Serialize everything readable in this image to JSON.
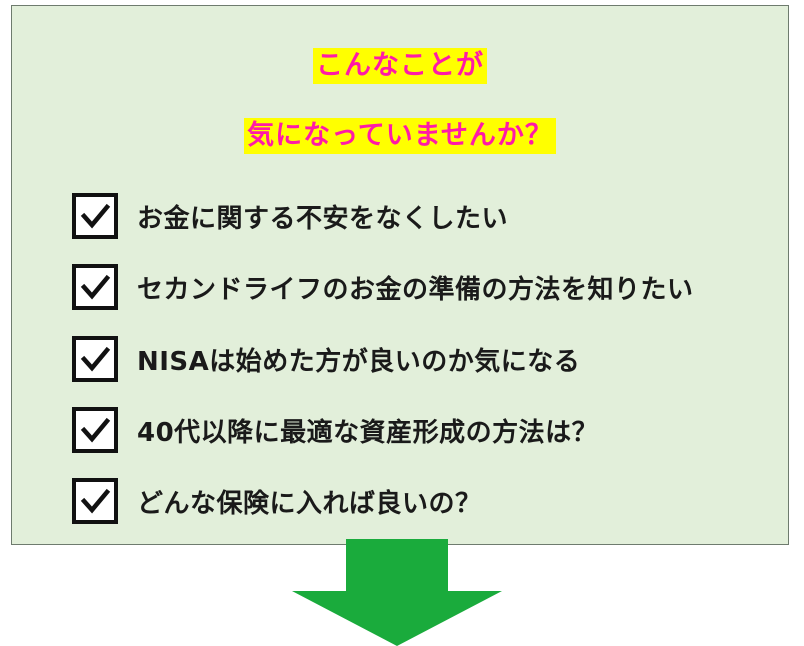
{
  "headline": {
    "line1": "こんなことが",
    "line2": "気になっていませんか？",
    "text_color": "#ff1aa8",
    "highlight_color": "#ffff00"
  },
  "panel": {
    "background": "#e2efda"
  },
  "checklist": [
    {
      "label": "お金に関する不安をなくしたい",
      "checked": true
    },
    {
      "label": "セカンドライフのお金の準備の方法を知りたい",
      "checked": true
    },
    {
      "label": "NISAは始めた方が良いのか気になる",
      "checked": true
    },
    {
      "label": "40代以降に最適な資産形成の方法は？",
      "checked": true
    },
    {
      "label": "どんな保険に入れば良いの？",
      "checked": true
    }
  ],
  "arrow": {
    "icon": "arrow-down-icon",
    "color": "#1aab3c"
  }
}
